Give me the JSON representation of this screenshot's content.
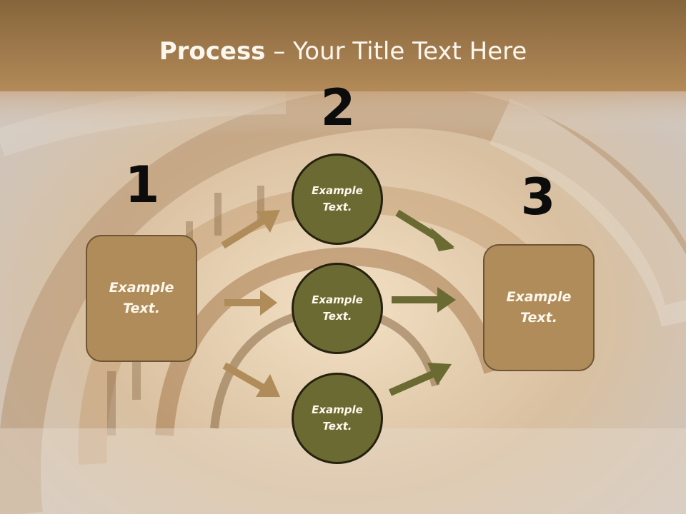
{
  "slide": {
    "title_bold": "Process",
    "title_rest": " – Your Title Text Here"
  },
  "steps": [
    {
      "number": "1",
      "label_line1": "Example",
      "label_line2": "Text."
    },
    {
      "number": "2"
    },
    {
      "number": "3",
      "label_line1": "Example",
      "label_line2": "Text."
    }
  ],
  "circles": [
    {
      "label_line1": "Example",
      "label_line2": "Text."
    },
    {
      "label_line1": "Example",
      "label_line2": "Text."
    },
    {
      "label_line1": "Example",
      "label_line2": "Text."
    }
  ],
  "colors": {
    "box_fill": "#b08c5a",
    "circle_fill": "#6a6a32",
    "arrow_tan": "#b08c5a",
    "arrow_olive": "#6a6a32"
  }
}
